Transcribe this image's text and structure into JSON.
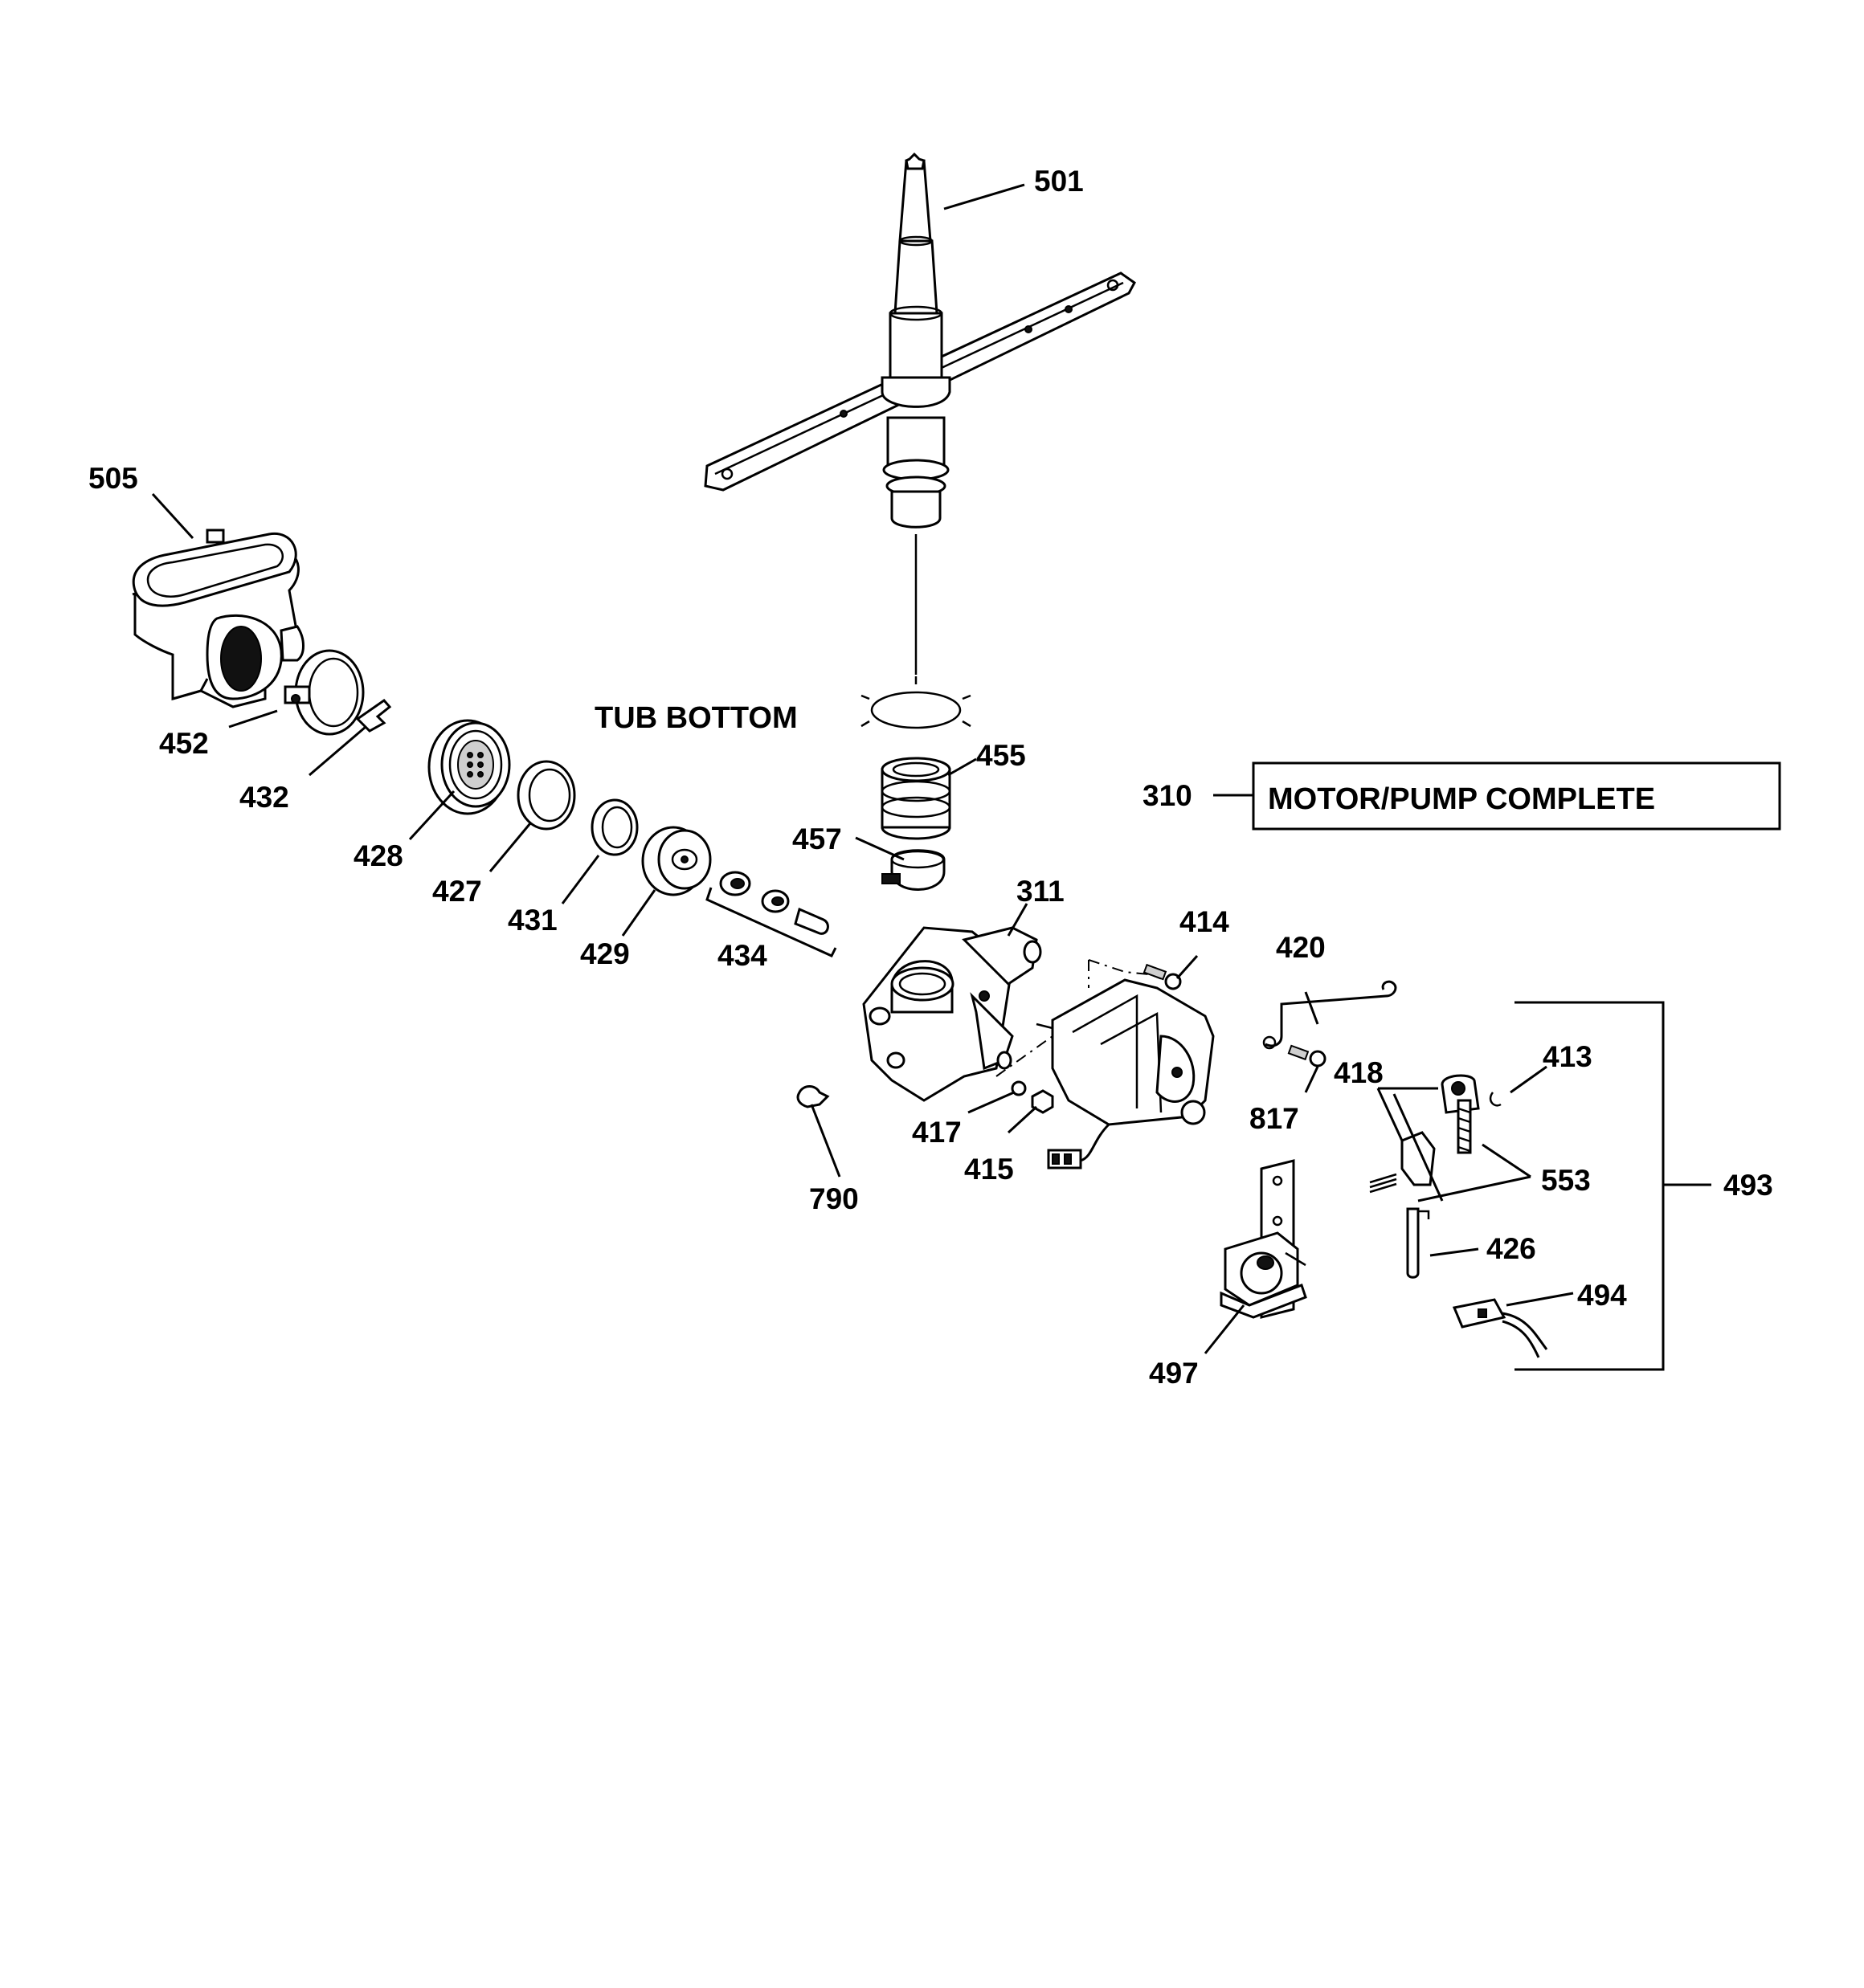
{
  "labels": {
    "tub_bottom": "TUB BOTTOM",
    "motor_pump_box": "MOTOR/PUMP COMPLETE"
  },
  "parts": {
    "p501": "501",
    "p505": "505",
    "p452": "452",
    "p432": "432",
    "p428": "428",
    "p427": "427",
    "p431": "431",
    "p429": "429",
    "p434": "434",
    "p455": "455",
    "p457": "457",
    "p310": "310",
    "p311": "311",
    "p414": "414",
    "p420": "420",
    "p413": "413",
    "p418": "418",
    "p817": "817",
    "p417": "417",
    "p415": "415",
    "p790": "790",
    "p553": "553",
    "p493": "493",
    "p426": "426",
    "p494": "494",
    "p497": "497"
  }
}
